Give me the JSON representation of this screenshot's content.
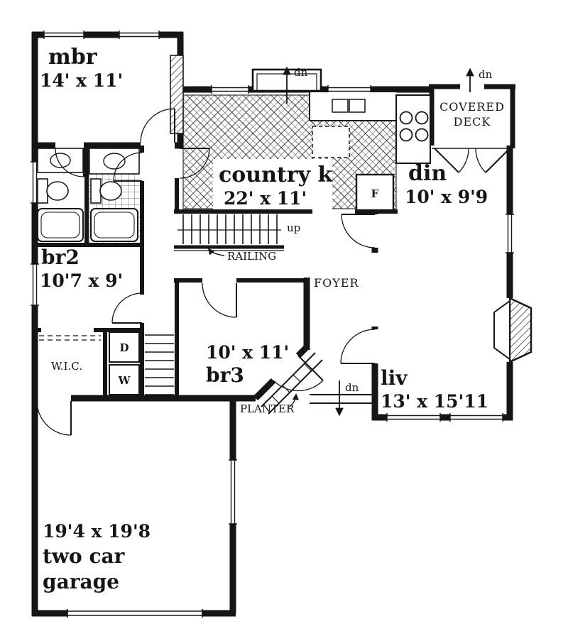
{
  "plan": {
    "rooms": {
      "mbr": {
        "name": "mbr",
        "dims": "14' x 11'"
      },
      "kitchen": {
        "name": "country k",
        "dims": "22' x 11'"
      },
      "din": {
        "name": "din",
        "dims": "10' x 9'9"
      },
      "br2": {
        "name": "br2",
        "dims": "10'7 x 9'"
      },
      "br3": {
        "name": "br3",
        "dims": "10' x 11'"
      },
      "liv": {
        "name": "liv",
        "dims": "13' x 15'11"
      },
      "garage": {
        "dims": "19'4 x 19'8",
        "name_line1": "two car",
        "name_line2": "garage"
      }
    },
    "labels": {
      "covered_deck_line1": "COVERED",
      "covered_deck_line2": "DECK",
      "foyer": "FOYER",
      "wic": "W.I.C.",
      "railing": "RAILING",
      "planter": "PLANTER",
      "up": "up",
      "dn_top": "dn",
      "dn_deck": "dn",
      "dn_entry": "dn",
      "dryer": "D",
      "washer": "W",
      "fridge": "F"
    },
    "colors": {
      "wall": "#151515",
      "paper": "#ffffff"
    }
  }
}
